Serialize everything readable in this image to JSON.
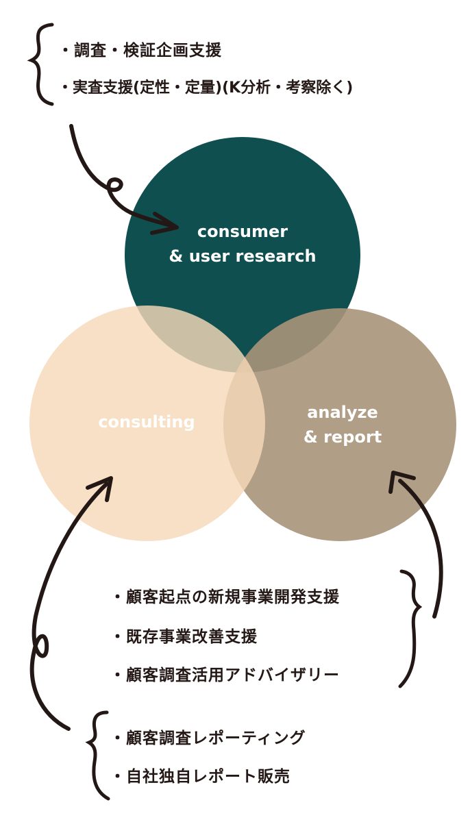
{
  "colors": {
    "research_circle": "#0f4f4f",
    "consulting_circle": "#f5d9b8",
    "analyze_circle": "#a99479",
    "ink": "#231815",
    "white_label": "#ffffff"
  },
  "circles": {
    "research": {
      "line1": "consumer",
      "line2": "& user research"
    },
    "consulting": {
      "line1": "consulting"
    },
    "analyze": {
      "line1": "analyze",
      "line2": "& report"
    }
  },
  "groups": {
    "research_services": [
      "・調査・検証企画支援",
      "・実査支援(定性・定量)(K分析・考察除く)"
    ],
    "consulting_services": [
      "・顧客起点の新規事業開発支援",
      "・既存事業改善支援",
      "・顧客調査活用アドバイザリー"
    ],
    "report_services": [
      "・顧客調査レポーティング",
      "・自社独自レポート販売"
    ]
  }
}
